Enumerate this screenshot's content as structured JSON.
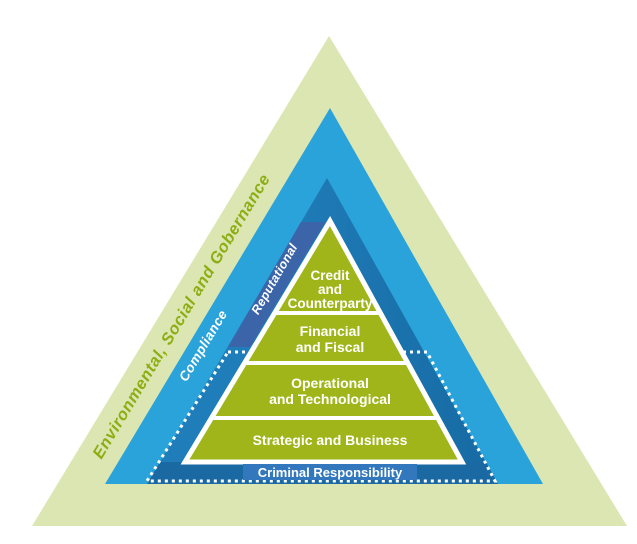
{
  "layers": {
    "esg": {
      "label": "Environmental, Social and Gobernance"
    },
    "compliance": {
      "label": "Compliance"
    },
    "reputational": {
      "label": "Reputational"
    },
    "criminal": {
      "label": "Criminal Responsibility"
    }
  },
  "pyramid": {
    "levels": [
      {
        "name": "credit-and-counterparty",
        "lines": [
          "Credit",
          "and",
          "Counterparty"
        ]
      },
      {
        "name": "financial-and-fiscal",
        "lines": [
          "Financial",
          "and Fiscal"
        ]
      },
      {
        "name": "operational-and-technological",
        "lines": [
          "Operational",
          "and Technological"
        ]
      },
      {
        "name": "strategic-and-business",
        "lines": [
          "Strategic and Business"
        ]
      }
    ]
  },
  "colors": {
    "background": "#ffffff",
    "outer_triangle": "#dce6b3",
    "outer_label_text": "#8cae13",
    "compliance_triangle": "#29a3da",
    "blue_triangle_left": "#1f7db9",
    "blue_triangle_right": "#176aa3",
    "reputational_band": "#3c64a9",
    "bottom_strip": "#1a69a2",
    "pyramid_green": "#a0b51a",
    "criminal_box": "#3377bd",
    "divider_white": "#ffffff",
    "dotted_line": "#ffffff",
    "label_text": "#ffffff"
  }
}
